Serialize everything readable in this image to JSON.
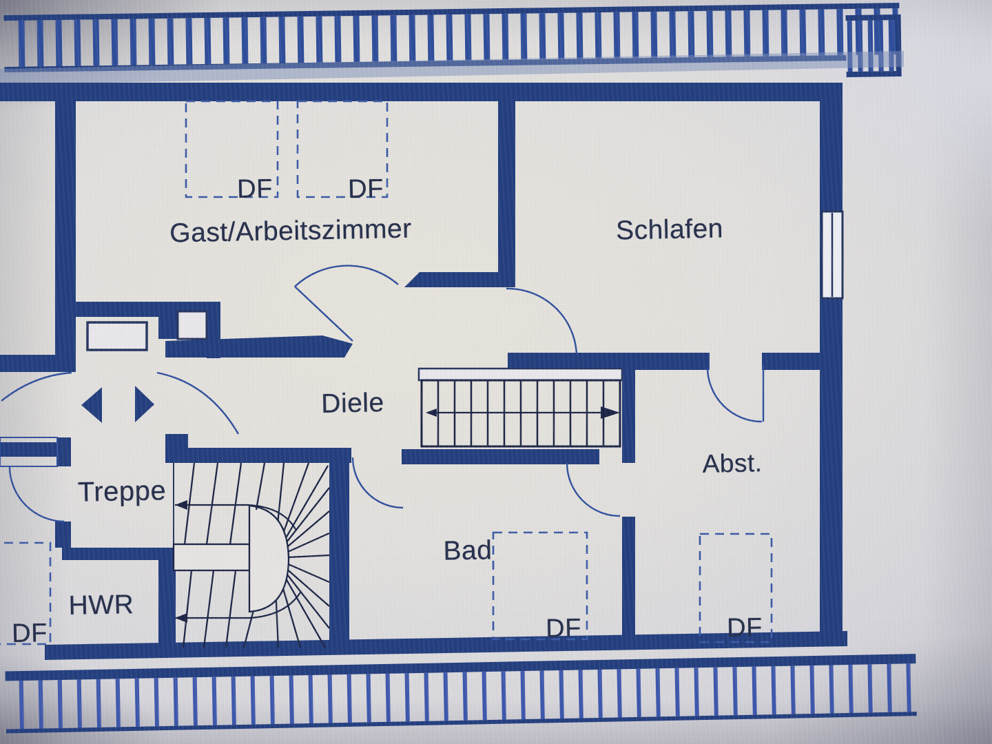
{
  "plan": {
    "rooms": {
      "gast": {
        "label": "Gast/Arbeitszimmer"
      },
      "schlafen": {
        "label": "Schlafen"
      },
      "diele": {
        "label": "Diele"
      },
      "treppe": {
        "label": "Treppe"
      },
      "hwr": {
        "label": "HWR"
      },
      "bad": {
        "label": "Bad"
      },
      "abst": {
        "label": "Abst."
      }
    },
    "roof_windows": {
      "gast_left": {
        "label": "DF"
      },
      "gast_right": {
        "label": "DF"
      },
      "bad": {
        "label": "DF"
      },
      "abst": {
        "label": "DF"
      },
      "hwr": {
        "label": "DF"
      }
    },
    "colors": {
      "wall": "#233e7e",
      "door_arc": "#2f4f9d",
      "stair_line": "#1b2444",
      "dashed_roof_window": "#3a5aa6",
      "hatch_stripe": "#2e4d9a",
      "text": "#252e4a",
      "paper": "#e6e4e0"
    }
  }
}
